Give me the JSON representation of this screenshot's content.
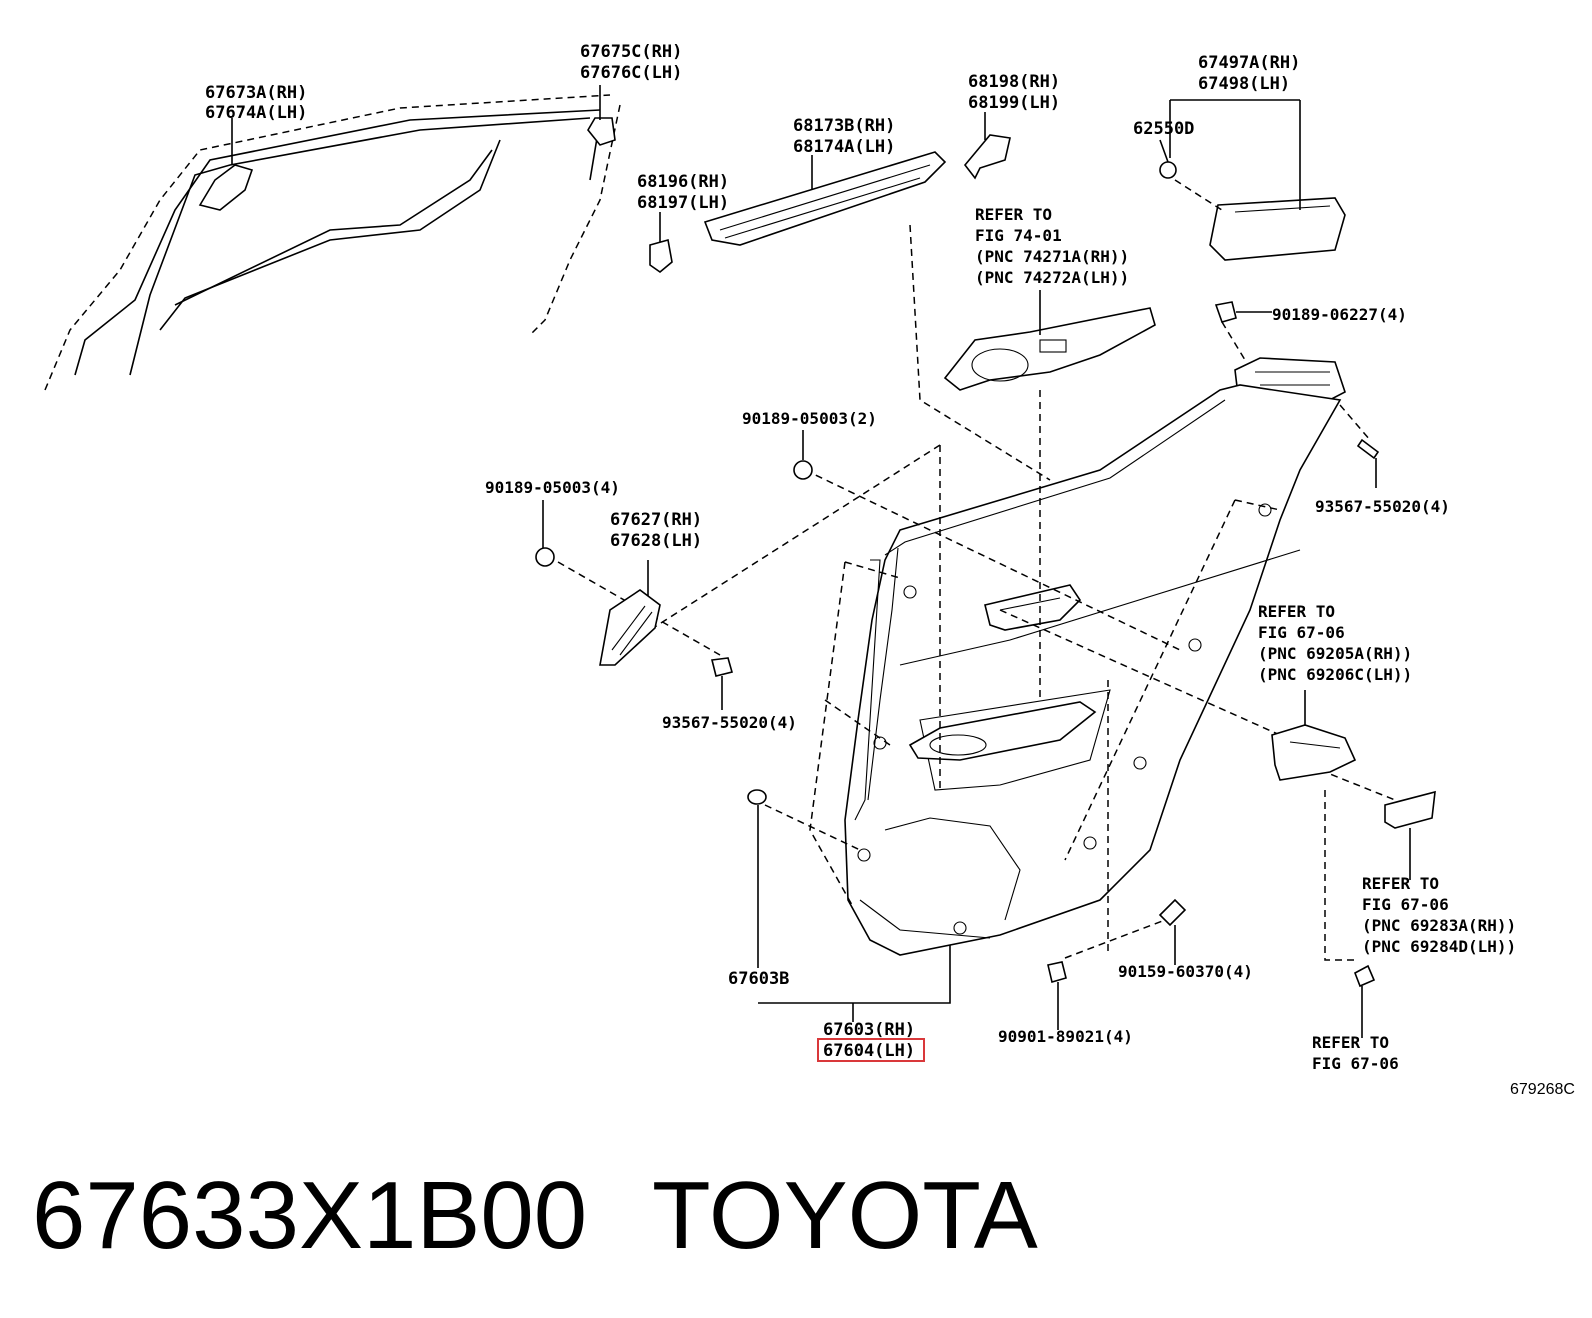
{
  "labels": {
    "p67673": [
      "67673A(RH)",
      "67674A(LH)"
    ],
    "p67675": [
      "67675C(RH)",
      "67676C(LH)"
    ],
    "p68173": [
      "68173B(RH)",
      "68174A(LH)"
    ],
    "p68196": [
      "68196(RH)",
      "68197(LH)"
    ],
    "p68198": [
      "68198(RH)",
      "68199(LH)"
    ],
    "p67497": [
      "67497A(RH)",
      "67498(LH)"
    ],
    "p62550": "62550D",
    "ref7401": [
      "REFER TO",
      "FIG 74-01",
      "(PNC 74271A(RH))",
      "(PNC 74272A(LH))"
    ],
    "p90189_06227": "90189-06227(4)",
    "p90189_05003_2": "90189-05003(2)",
    "p90189_05003_4": "90189-05003(4)",
    "p67627": [
      "67627(RH)",
      "67628(LH)"
    ],
    "p93567_left": "93567-55020(4)",
    "p93567_right": "93567-55020(4)",
    "ref6706a": [
      "REFER TO",
      "FIG 67-06",
      "(PNC 69205A(RH))",
      "(PNC 69206C(LH))"
    ],
    "ref6706b": [
      "REFER TO",
      "FIG 67-06",
      "(PNC 69283A(RH))",
      "(PNC 69284D(LH))"
    ],
    "ref6706c": [
      "REFER TO",
      "FIG 67-06"
    ],
    "p67603b": "67603B",
    "p67603": [
      "67603(RH)",
      "67604(LH)"
    ],
    "p90159": "90159-60370(4)",
    "p90901": "90901-89021(4)",
    "fig_code": "679268C"
  },
  "footer": {
    "part_number": "67633X1B00",
    "brand": "TOYOTA"
  },
  "highlight_color": "#d9383a"
}
